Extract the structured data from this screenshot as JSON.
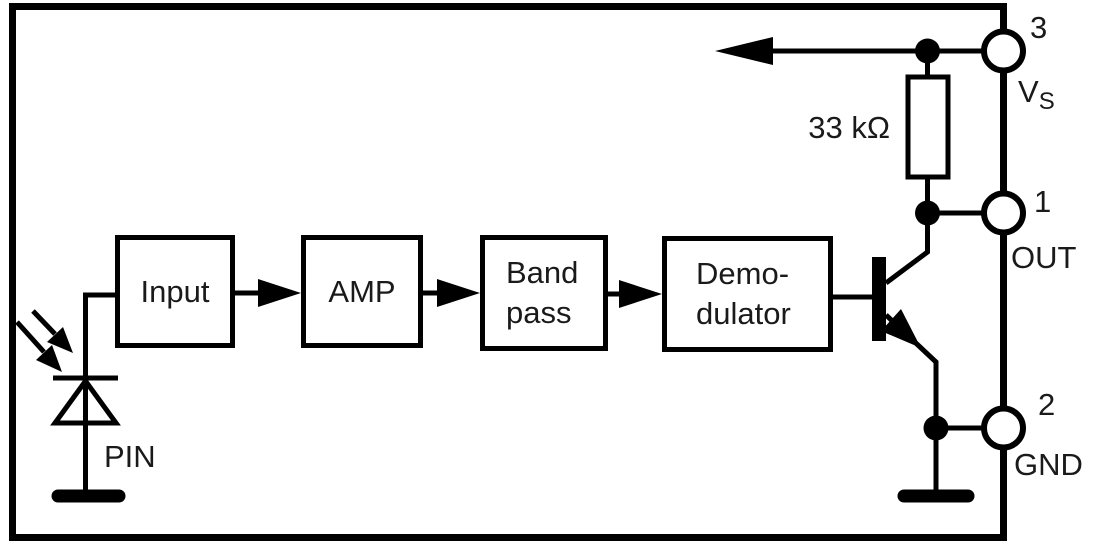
{
  "blocks": {
    "input": {
      "label": "Input"
    },
    "amp": {
      "label": "AMP"
    },
    "bandpass": {
      "line1": "Band",
      "line2": "pass"
    },
    "demodulator": {
      "line1": "Demo-",
      "line2": "dulator"
    }
  },
  "labels": {
    "resistor_value": "33 kΩ",
    "photodiode": "PIN"
  },
  "pins": {
    "vs": {
      "number": "3",
      "name": "V",
      "name_subscript": "S"
    },
    "out": {
      "number": "1",
      "name": "OUT"
    },
    "gnd": {
      "number": "2",
      "name": "GND"
    }
  },
  "colors": {
    "line": "#000000",
    "background": "#ffffff"
  }
}
